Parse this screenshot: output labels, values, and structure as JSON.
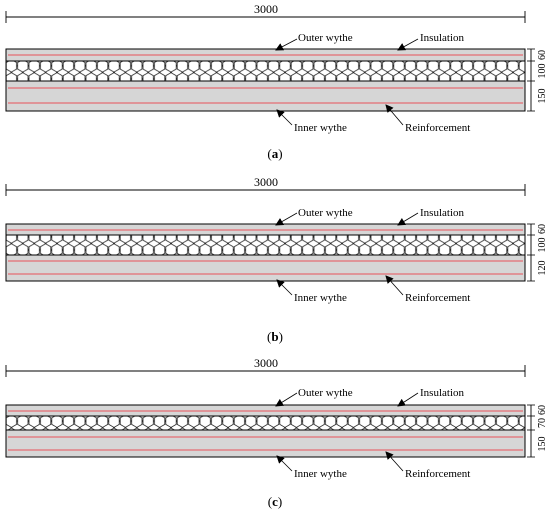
{
  "panels": [
    {
      "id": "a",
      "label_open": "(",
      "label_letter": "a",
      "label_close": ")",
      "span": "3000",
      "layer_thickness_labels": [
        "60",
        "100",
        "150"
      ],
      "callouts": {
        "outer": "Outer wythe",
        "insulation": "Insulation",
        "inner": "Inner wythe",
        "reinforcement": "Reinforcement"
      }
    },
    {
      "id": "b",
      "label_open": "(",
      "label_letter": "b",
      "label_close": ")",
      "span": "3000",
      "layer_thickness_labels": [
        "60",
        "100",
        "120"
      ],
      "callouts": {
        "outer": "Outer wythe",
        "insulation": "Insulation",
        "inner": "Inner wythe",
        "reinforcement": "Reinforcement"
      }
    },
    {
      "id": "c",
      "label_open": "(",
      "label_letter": "c",
      "label_close": ")",
      "span": "3000",
      "layer_thickness_labels": [
        "60",
        "70",
        "150"
      ],
      "callouts": {
        "outer": "Outer wythe",
        "insulation": "Insulation",
        "inner": "Inner wythe",
        "reinforcement": "Reinforcement"
      }
    }
  ],
  "colors": {
    "concrete": "#d6d6d6",
    "reinforcement": "#e8525b",
    "outline": "#000000"
  }
}
